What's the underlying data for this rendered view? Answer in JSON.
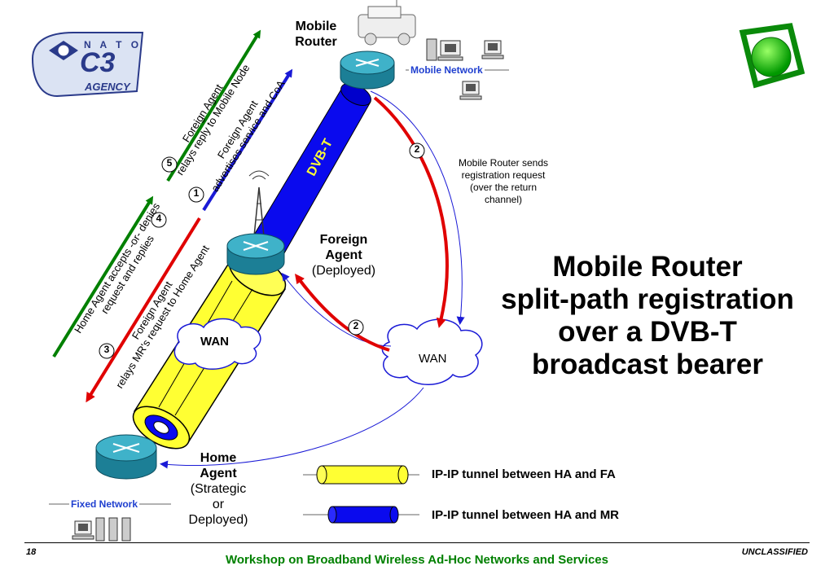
{
  "slide": {
    "title_lines": [
      "Mobile Router",
      "split-path registration",
      "over a DVB-T",
      "broadcast bearer"
    ],
    "page_number": "18",
    "classification": "UNCLASSIFIED",
    "footer": "Workshop on Broadband Wireless Ad-Hoc Networks and Services"
  },
  "logo": {
    "nato": "N A T O",
    "c3": "C3",
    "agency": "AGENCY"
  },
  "nodes": {
    "mobile_router_lines": [
      "Mobile",
      "Router"
    ],
    "mobile_network": "Mobile Network",
    "foreign_agent_lines": [
      "Foreign",
      "Agent",
      "(Deployed)"
    ],
    "home_agent_lines": [
      "Home",
      "Agent",
      "(Strategic",
      "or",
      "Deployed)"
    ],
    "fixed_network": "Fixed Network",
    "wan_left": "WAN",
    "wan_right": "WAN",
    "dvbt": "DVB-T"
  },
  "steps": {
    "s1": {
      "num": "1",
      "lines": [
        "Foreign Agent",
        "advertises service and CoA"
      ]
    },
    "s2": {
      "num": "2",
      "lines": [
        "Mobile Router sends",
        "registration request",
        "(over the return",
        "channel)"
      ]
    },
    "s2b": {
      "num": "2"
    },
    "s3": {
      "num": "3",
      "lines": [
        "Foreign Agent",
        "relays MR's request to Home Agent"
      ]
    },
    "s4": {
      "num": "4",
      "lines": [
        "Home Agent accepts -or- denies",
        "request and replies"
      ]
    },
    "s5": {
      "num": "5",
      "lines": [
        "Foreign Agent",
        "relays reply to Mobile Node"
      ]
    }
  },
  "legend": {
    "yellow": "IP-IP tunnel between HA and FA",
    "blue": "IP-IP tunnel between HA and MR"
  },
  "colors": {
    "arrow_green": "#008000",
    "arrow_red": "#e00000",
    "arrow_blue": "#1a1ad6",
    "tunnel_yellow": "#ffff33",
    "tunnel_blue": "#0a0aee",
    "router_teal": "#1f8fa6",
    "footer_green": "#008000"
  }
}
